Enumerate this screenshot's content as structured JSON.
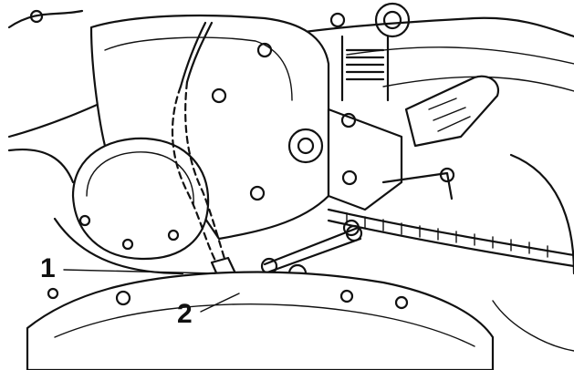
{
  "diagram": {
    "callouts": [
      {
        "id": "1",
        "label": "1"
      },
      {
        "id": "2",
        "label": "2"
      }
    ],
    "colors": {
      "ink": "#111111",
      "paper": "#ffffff"
    }
  }
}
